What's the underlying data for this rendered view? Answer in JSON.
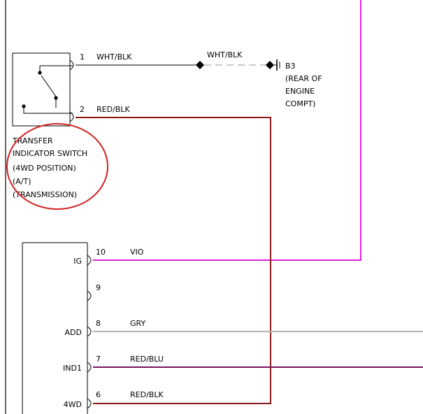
{
  "switch_component": {
    "pin1": {
      "number": "1",
      "wire": "WHT/BLK"
    },
    "pin2": {
      "number": "2",
      "wire": "RED/BLK"
    },
    "name_lines": [
      "TRANSFER",
      "INDICATOR SWITCH",
      "(4WD POSITION)",
      "(A/T)",
      "(TRANSMISSION)"
    ]
  },
  "ground": {
    "wire": "WHT/BLK",
    "id": "B3",
    "location_lines": [
      "(REAR OF",
      "ENGINE",
      "COMPT)"
    ]
  },
  "connector_pins": [
    {
      "name": "IG",
      "pin": "10",
      "wire": "VIO"
    },
    {
      "name": "",
      "pin": "9",
      "wire": ""
    },
    {
      "name": "ADD",
      "pin": "8",
      "wire": "GRY"
    },
    {
      "name": "IND1",
      "pin": "7",
      "wire": "RED/BLU"
    },
    {
      "name": "4WD",
      "pin": "6",
      "wire": "RED/BLK"
    }
  ],
  "colors": {
    "vio": "#e020e0",
    "red_blk": "#8b1a1a",
    "gry": "#b4b4b4",
    "red_blu": "#7a1060",
    "annotation": "#d42020"
  }
}
